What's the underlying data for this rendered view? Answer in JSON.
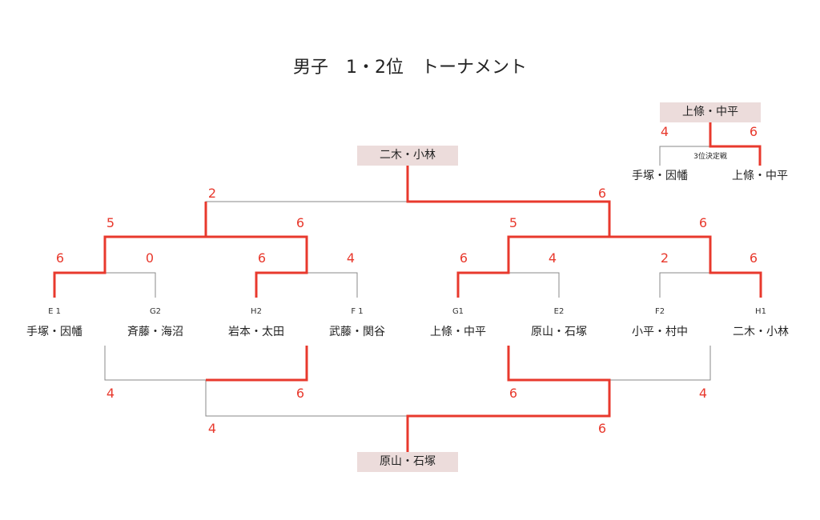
{
  "title": "男子　1・2位　トーナメント",
  "colors": {
    "win": "#e8392d",
    "line": "#888888",
    "box": "#ecdcdb"
  },
  "players": [
    {
      "seed": "E 1",
      "name": "手塚・因幡"
    },
    {
      "seed": "G2",
      "name": "斉藤・海沼"
    },
    {
      "seed": "H2",
      "name": "岩本・太田"
    },
    {
      "seed": "F 1",
      "name": "武藤・関谷"
    },
    {
      "seed": "G1",
      "name": "上條・中平"
    },
    {
      "seed": "E2",
      "name": "原山・石塚"
    },
    {
      "seed": "F2",
      "name": "小平・村中"
    },
    {
      "seed": "H1",
      "name": "二木・小林"
    }
  ],
  "upper": {
    "r1_scores": [
      "6",
      "0",
      "6",
      "4",
      "6",
      "4",
      "2",
      "6"
    ],
    "r2_scores": [
      "5",
      "6",
      "5",
      "6"
    ],
    "final_scores": [
      "2",
      "6"
    ],
    "champion": "二木・小林"
  },
  "lower": {
    "r1_scores": [
      "4",
      "6",
      "6",
      "4"
    ],
    "final_scores": [
      "4",
      "6"
    ],
    "winner": "原山・石塚"
  },
  "third_place": {
    "label": "3位決定戦",
    "left": "手塚・因幡",
    "right": "上條・中平",
    "scores": [
      "4",
      "6"
    ],
    "winner": "上條・中平"
  }
}
